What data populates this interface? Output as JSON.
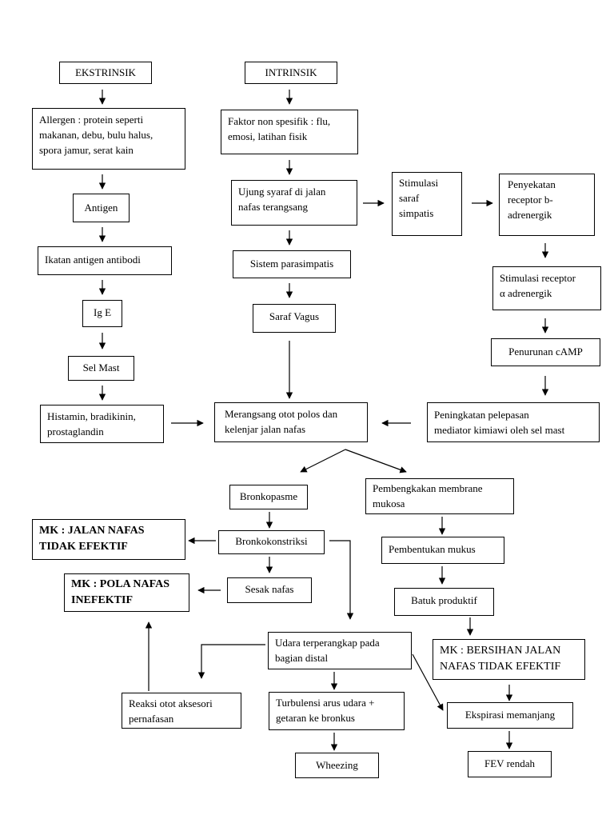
{
  "nodes": {
    "ekstrinsik": "EKSTRINSIK",
    "intrinsik": "INTRINSIK",
    "allergen": "Allergen : protein seperti\nmakanan, debu, bulu halus,\nspora jamur, serat kain",
    "faktor": "Faktor non spesifik : flu,\nemosi, latihan fisik",
    "antigen": "Antigen",
    "ujung_syaraf": "Ujung syaraf di jalan\nnafas terangsang",
    "stimulasi_simpatis": "Stimulasi\nsaraf\nsimpatis",
    "penyekatan": "Penyekatan\nreceptor b-\nadrenergik",
    "ikatan": "Ikatan antigen antibodi",
    "parasimpatis": "Sistem parasimpatis",
    "stimulasi_receptor": "Stimulasi receptor\nα adrenergik",
    "ige": "Ig E",
    "vagus": "Saraf Vagus",
    "camp": "Penurunan cAMP",
    "selmast": "Sel Mast",
    "histamin": "Histamin, bradikinin,\nprostaglandin",
    "merangsang": "Merangsang otot polos dan\nkelenjar jalan nafas",
    "peningkatan": "Peningkatan pelepasan\nmediator kimiawi oleh sel mast",
    "bronkopasme": "Bronkopasme",
    "pembengkakan": "Pembengkakan membrane\nmukosa",
    "mk_jalan": "MK : JALAN NAFAS\nTIDAK EFEKTIF",
    "bronkokonstriksi": "Bronkokonstriksi",
    "mukus": "Pembentukan mukus",
    "mk_pola": "MK : POLA NAFAS\nINEFEKTIF",
    "sesak": "Sesak nafas",
    "batuk": "Batuk produktif",
    "udara": "Udara terperangkap pada\nbagian distal",
    "mk_bersihan": "MK : BERSIHAN JALAN\nNAFAS TIDAK EFEKTIF",
    "reaksi": "Reaksi otot aksesori\npernafasan",
    "turbulensi": "Turbulensi arus udara +\ngetaran ke bronkus",
    "ekspirasi": "Ekspirasi memanjang",
    "wheezing": "Wheezing",
    "fev": "FEV rendah"
  }
}
